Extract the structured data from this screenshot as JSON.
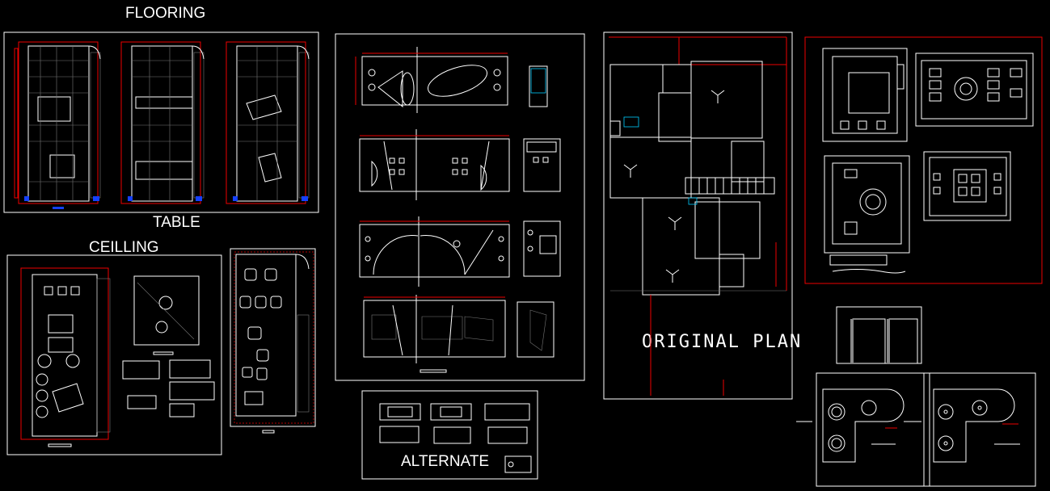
{
  "titles": {
    "flooring": "FLOORING",
    "table": "TABLE",
    "ceiling": "CEILLING",
    "alternate": "ALTERNATE",
    "original_plan": "ORIGINAL PLAN"
  },
  "colors": {
    "background": "#000000",
    "line": "#ffffff",
    "dimension": "#ff0000",
    "accent": "#00ccff",
    "marker": "#1540ff"
  }
}
